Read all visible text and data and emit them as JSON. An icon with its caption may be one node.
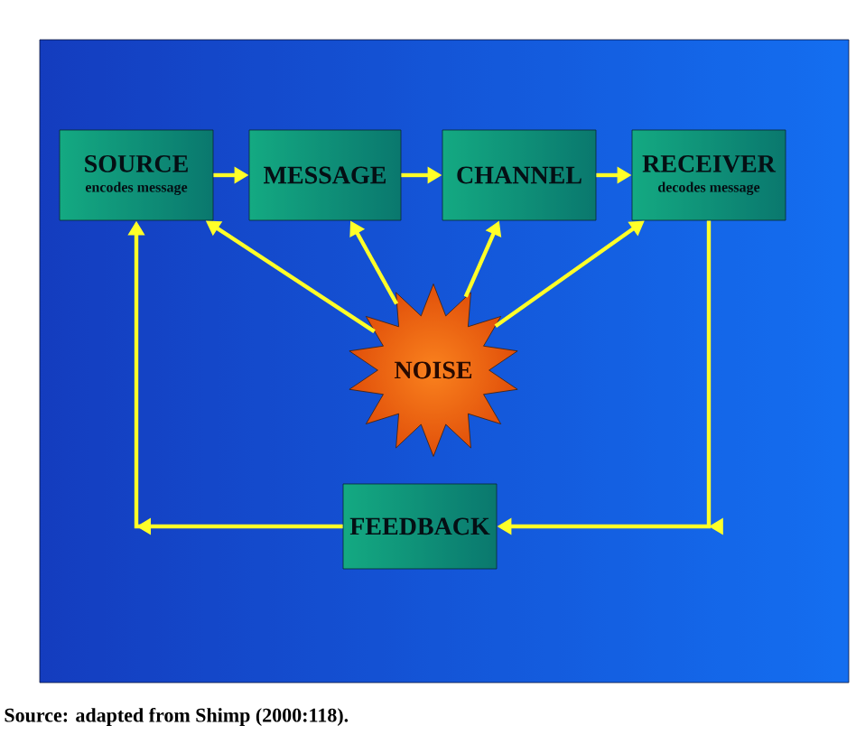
{
  "diagram": {
    "caption": "Source: adapted from Shimp (2000:118).",
    "nodes": [
      {
        "text": [
          "SOURCE",
          "encodes message"
        ]
      },
      {
        "text": [
          "MESSAGE"
        ]
      },
      {
        "text": [
          "CHANNEL"
        ]
      },
      {
        "text": [
          "RECEIVER",
          "decodes message"
        ]
      },
      {
        "text": [
          "NOISE"
        ]
      },
      {
        "text": [
          "FEEDBACK"
        ]
      }
    ],
    "edges": [
      {
        "from": 0,
        "to": 1,
        "arrow": "to"
      },
      {
        "from": 1,
        "to": 2,
        "arrow": "to"
      },
      {
        "from": 2,
        "to": 3,
        "arrow": "to"
      },
      {
        "from": 4,
        "to": 0,
        "arrow": "to"
      },
      {
        "from": 4,
        "to": 1,
        "arrow": "to"
      },
      {
        "from": 4,
        "to": 2,
        "arrow": "to"
      },
      {
        "from": 4,
        "to": 3,
        "arrow": "to"
      },
      {
        "from": 3,
        "to": 5,
        "arrow": "to"
      },
      {
        "from": 5,
        "to": 0,
        "arrow": "to"
      }
    ]
  }
}
